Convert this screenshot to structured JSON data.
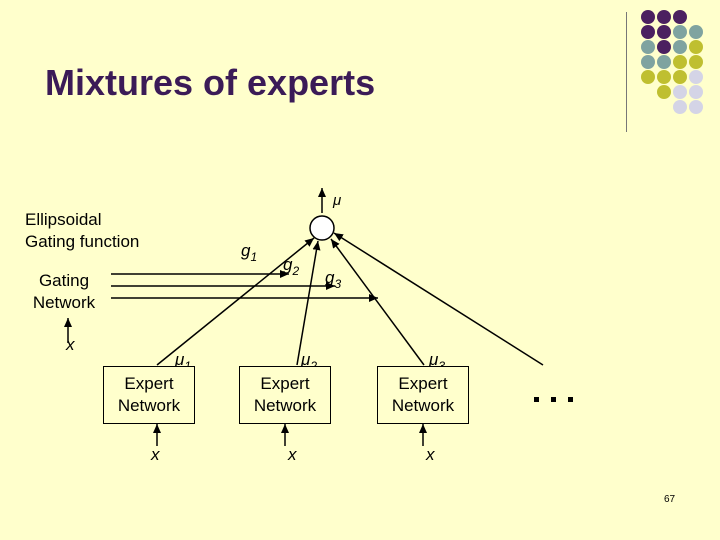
{
  "title": "Mixtures of experts",
  "gating": {
    "label": "Ellipsoidal\nGating function",
    "network_label": "Gating\nNetwork",
    "input_label": "x"
  },
  "output_label": "μ",
  "gate_labels": [
    {
      "base": "g",
      "sub": "1"
    },
    {
      "base": "g",
      "sub": "2"
    },
    {
      "base": "g",
      "sub": "3"
    }
  ],
  "experts": [
    {
      "label": "Expert\nNetwork",
      "mu_base": "μ",
      "mu_sub": "1",
      "input": "x"
    },
    {
      "label": "Expert\nNetwork",
      "mu_base": "μ",
      "mu_sub": "2",
      "input": "x"
    },
    {
      "label": "Expert\nNetwork",
      "mu_base": "μ",
      "mu_sub": "3",
      "input": "x"
    }
  ],
  "page_number": "67",
  "palette": {
    "purple": "#4b2060",
    "teal": "#7fa3a0",
    "olive": "#bfbf30",
    "lavender": "#d4d4e6"
  }
}
